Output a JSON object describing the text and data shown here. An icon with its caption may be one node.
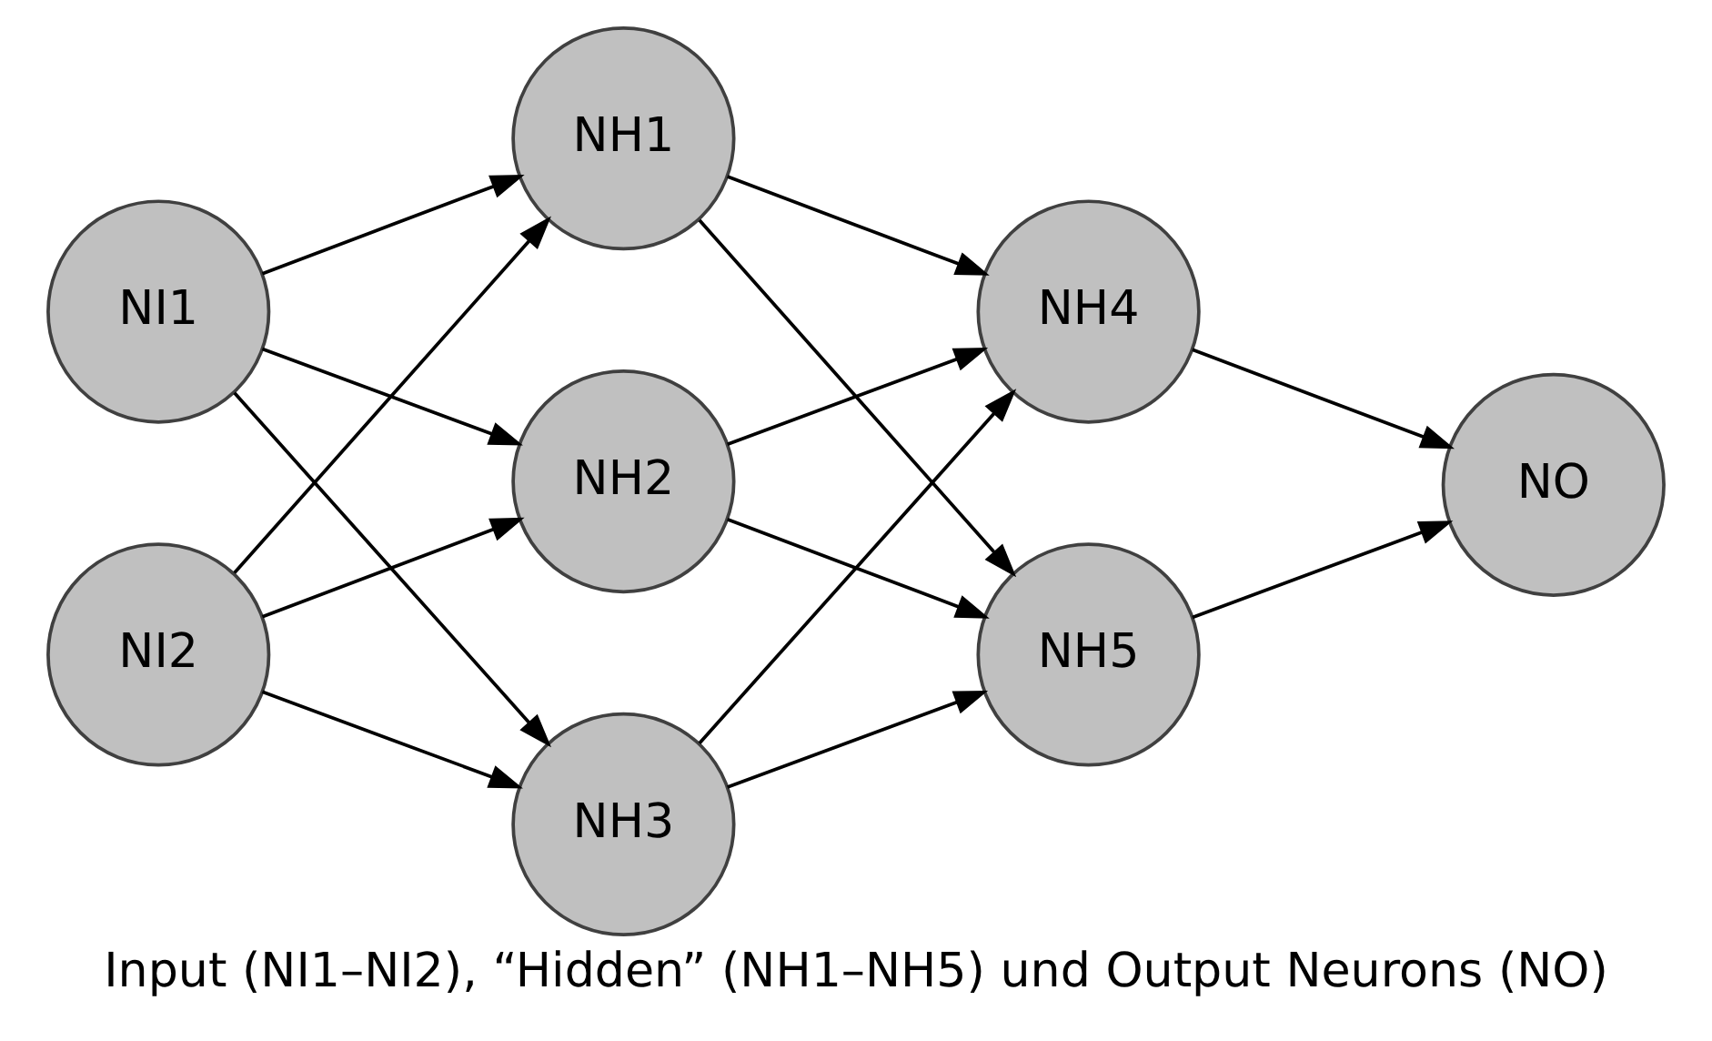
{
  "diagram": {
    "caption": "Input (NI1–NI2), “Hidden” (NH1–NH5) und Output Neurons (NO)",
    "nodes": [
      {
        "text": [
          "NI1"
        ]
      },
      {
        "text": [
          "NI2"
        ]
      },
      {
        "text": [
          "NH1"
        ]
      },
      {
        "text": [
          "NH2"
        ]
      },
      {
        "text": [
          "NH3"
        ]
      },
      {
        "text": [
          "NH4"
        ]
      },
      {
        "text": [
          "NH5"
        ]
      },
      {
        "text": [
          "NO"
        ]
      }
    ],
    "edges": [
      {
        "from": 0,
        "to": 2,
        "arrow": "to"
      },
      {
        "from": 0,
        "to": 3,
        "arrow": "to"
      },
      {
        "from": 0,
        "to": 4,
        "arrow": "to"
      },
      {
        "from": 1,
        "to": 2,
        "arrow": "to"
      },
      {
        "from": 1,
        "to": 3,
        "arrow": "to"
      },
      {
        "from": 1,
        "to": 4,
        "arrow": "to"
      },
      {
        "from": 2,
        "to": 5,
        "arrow": "to"
      },
      {
        "from": 2,
        "to": 6,
        "arrow": "to"
      },
      {
        "from": 3,
        "to": 5,
        "arrow": "to"
      },
      {
        "from": 3,
        "to": 6,
        "arrow": "to"
      },
      {
        "from": 4,
        "to": 5,
        "arrow": "to"
      },
      {
        "from": 4,
        "to": 6,
        "arrow": "to"
      },
      {
        "from": 5,
        "to": 7,
        "arrow": "to"
      },
      {
        "from": 6,
        "to": 7,
        "arrow": "to"
      }
    ]
  }
}
